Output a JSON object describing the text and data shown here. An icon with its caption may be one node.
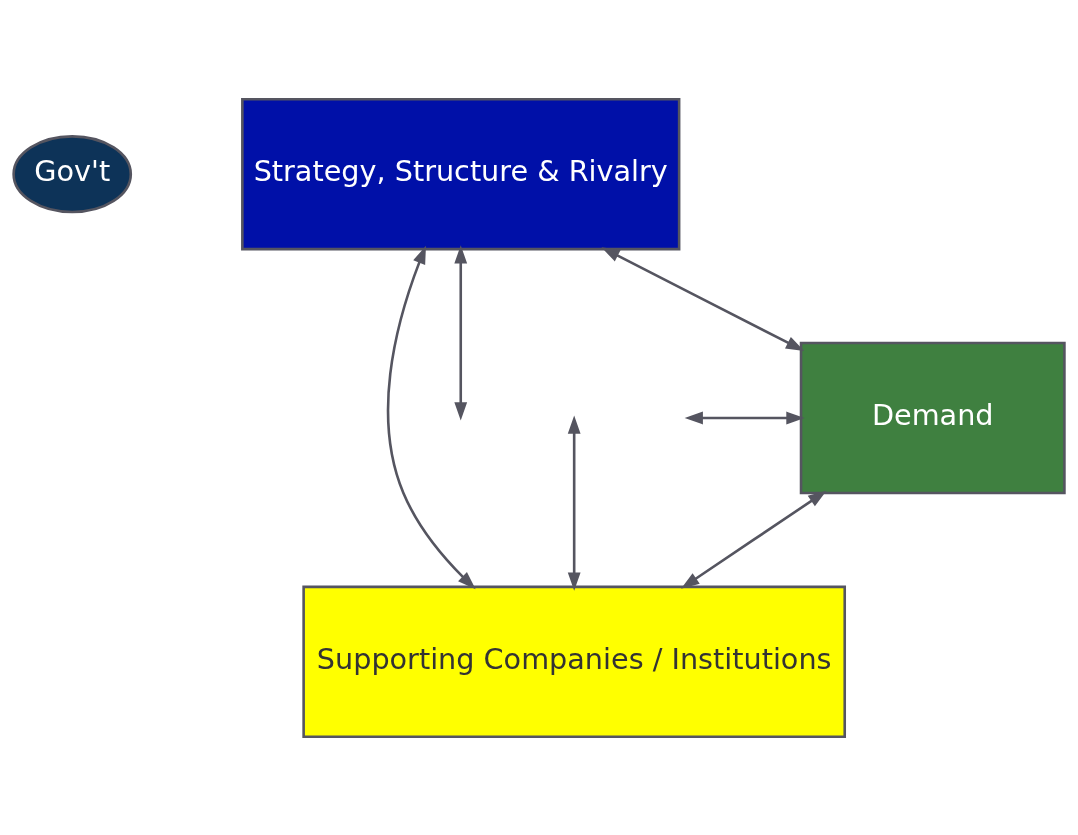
{
  "diagram": {
    "nodes": [
      {
        "text": [
          "Gov't"
        ]
      },
      {
        "text": [
          "Strategy, Structure & Rivalry"
        ]
      },
      {
        "text": [
          "Demand"
        ]
      },
      {
        "text": [
          "Supporting Companies / Institutions"
        ]
      }
    ],
    "edges": [
      {
        "from": 1,
        "to": null,
        "arrow": "both"
      },
      {
        "from": 1,
        "to": 2,
        "arrow": "both"
      },
      {
        "from": null,
        "to": 3,
        "arrow": "both"
      },
      {
        "from": 2,
        "to": 3,
        "arrow": "both"
      },
      {
        "from": 1,
        "to": 3,
        "arrow": "both"
      },
      {
        "from": null,
        "to": 2,
        "arrow": "both"
      }
    ]
  }
}
